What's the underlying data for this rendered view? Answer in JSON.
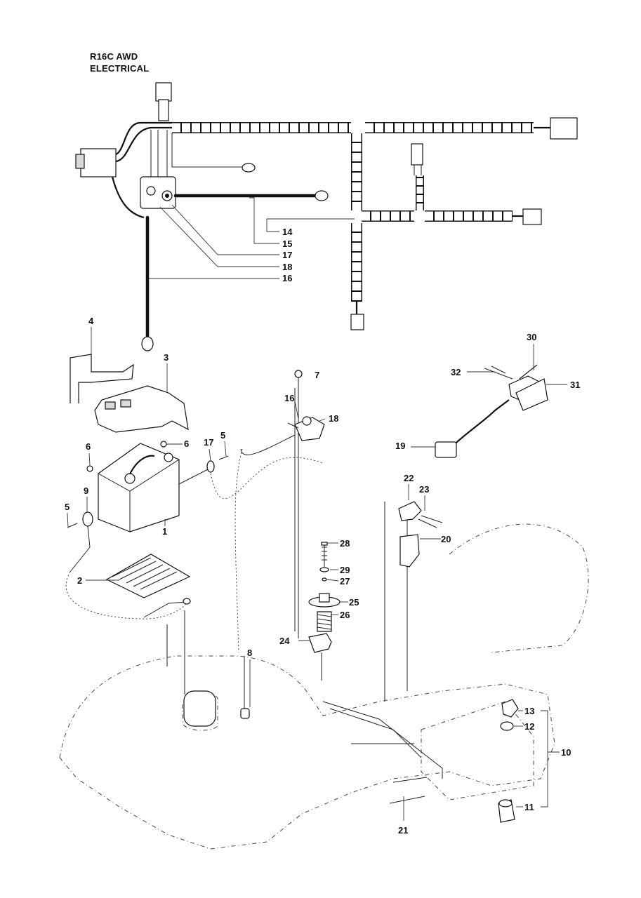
{
  "title": {
    "line1": "R16C AWD",
    "line2": "ELECTRICAL"
  },
  "callouts": [
    {
      "id": "c14",
      "label": "14"
    },
    {
      "id": "c15",
      "label": "15"
    },
    {
      "id": "c17a",
      "label": "17"
    },
    {
      "id": "c18a",
      "label": "18"
    },
    {
      "id": "c16a",
      "label": "16"
    },
    {
      "id": "c4",
      "label": "4"
    },
    {
      "id": "c3",
      "label": "3"
    },
    {
      "id": "c7",
      "label": "7"
    },
    {
      "id": "c30",
      "label": "30"
    },
    {
      "id": "c32",
      "label": "32"
    },
    {
      "id": "c31",
      "label": "31"
    },
    {
      "id": "c16b",
      "label": "16"
    },
    {
      "id": "c18b",
      "label": "18"
    },
    {
      "id": "c19",
      "label": "19"
    },
    {
      "id": "c6a",
      "label": "6"
    },
    {
      "id": "c6b",
      "label": "6"
    },
    {
      "id": "c17b",
      "label": "17"
    },
    {
      "id": "c5a",
      "label": "5"
    },
    {
      "id": "c9",
      "label": "9"
    },
    {
      "id": "c5b",
      "label": "5"
    },
    {
      "id": "c1",
      "label": "1"
    },
    {
      "id": "c22",
      "label": "22"
    },
    {
      "id": "c23",
      "label": "23"
    },
    {
      "id": "c20",
      "label": "20"
    },
    {
      "id": "c28",
      "label": "28"
    },
    {
      "id": "c29",
      "label": "29"
    },
    {
      "id": "c27",
      "label": "27"
    },
    {
      "id": "c25",
      "label": "25"
    },
    {
      "id": "c26",
      "label": "26"
    },
    {
      "id": "c2",
      "label": "2"
    },
    {
      "id": "c24",
      "label": "24"
    },
    {
      "id": "c8",
      "label": "8"
    },
    {
      "id": "c13",
      "label": "13"
    },
    {
      "id": "c12",
      "label": "12"
    },
    {
      "id": "c10",
      "label": "10"
    },
    {
      "id": "c11",
      "label": "11"
    },
    {
      "id": "c21",
      "label": "21"
    }
  ]
}
